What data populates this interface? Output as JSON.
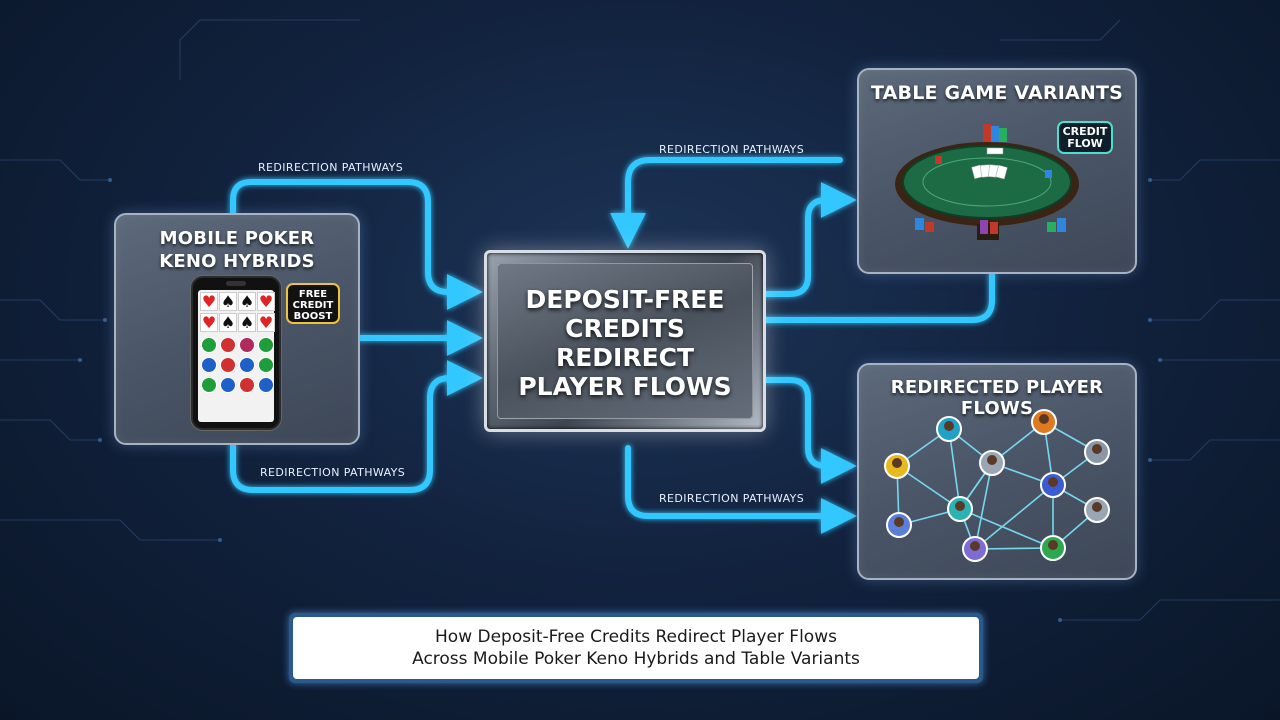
{
  "center": {
    "title": "DEPOSIT-FREE\nCREDITS\nREDIRECT\nPLAYER FLOWS"
  },
  "left_panel": {
    "title": "MOBILE POKER\nKENO HYBRIDS",
    "badge": "FREE\nCREDIT\nBOOST",
    "card_symbols": [
      "♥",
      "♠",
      "♠",
      "♥",
      "♥",
      "♠",
      "♠",
      "♥"
    ],
    "keno_colors": [
      "#1e9e3a",
      "#d03030",
      "#b02a5a",
      "#1e9e3a",
      "#1f5fc8",
      "#d03030",
      "#1f5fc8",
      "#1e9e3a",
      "#1e9e3a",
      "#1f5fc8",
      "#d03030",
      "#1f5fc8"
    ]
  },
  "table_panel": {
    "title": "TABLE GAME VARIANTS",
    "badge": "CREDIT\nFLOW"
  },
  "flows_panel": {
    "title": "REDIRECTED PLAYER FLOWS"
  },
  "pathways": {
    "top_left": "REDIRECTION PATHWAYS",
    "bottom_left": "REDIRECTION PATHWAYS",
    "top_right": "REDIRECTION PATHWAYS",
    "bottom_right": "REDIRECTION PATHWAYS"
  },
  "caption": "How Deposit-Free Credits Redirect Player Flows\nAcross Mobile Poker Keno Hybrids and Table Variants",
  "colors": {
    "flow_line": "#33c8ff",
    "background": "#12233f",
    "badge_gold": "#f1c232",
    "badge_teal": "#49e0d0"
  }
}
